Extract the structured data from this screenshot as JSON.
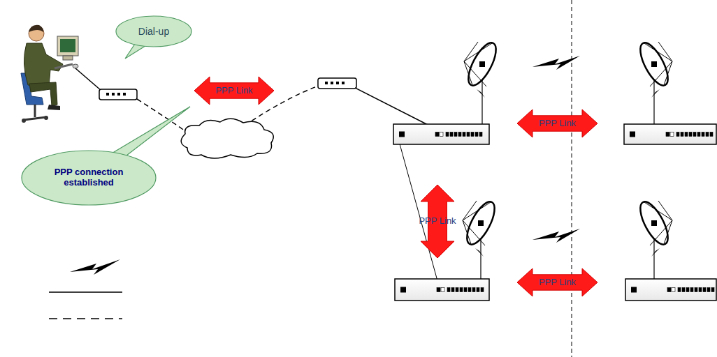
{
  "diagram": {
    "nodes": [
      {
        "text": [
          "Dial-up"
        ]
      },
      {
        "text": [
          "PPP Link"
        ]
      },
      {
        "text": [
          "PPP connection established"
        ]
      },
      {
        "text": [
          "PPP Link"
        ]
      },
      {
        "text": [
          "PPP Link"
        ]
      },
      {
        "text": [
          "PPP Link"
        ]
      }
    ]
  }
}
